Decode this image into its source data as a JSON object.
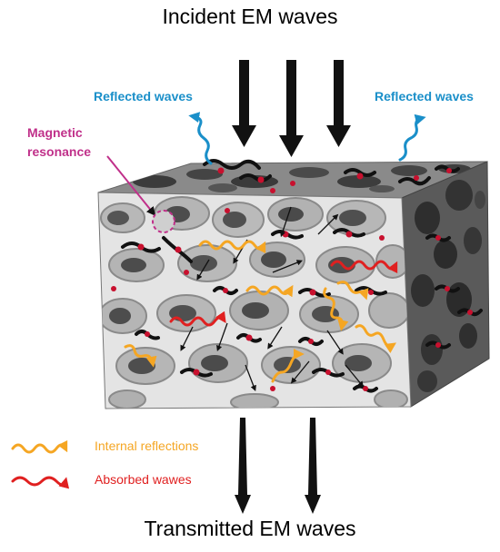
{
  "labels": {
    "top": "Incident EM waves",
    "bottom": "Transmitted EM waves",
    "reflected_left": "Reflected waves",
    "reflected_right": "Reflected waves",
    "magnetic_line1": "Magnetic",
    "magnetic_line2": "resonance"
  },
  "legend": {
    "internal": "Internal reflections",
    "absorbed": "Absorbed wawes"
  },
  "colors": {
    "incident_arrow": "#000000",
    "reflected": "#1a8fc9",
    "magnetic": "#c0308a",
    "internal": "#f5a623",
    "absorbed": "#e02020",
    "foam_front": "#bdbdbd",
    "foam_side": "#5a5a5a",
    "particle": "#c8102e"
  }
}
